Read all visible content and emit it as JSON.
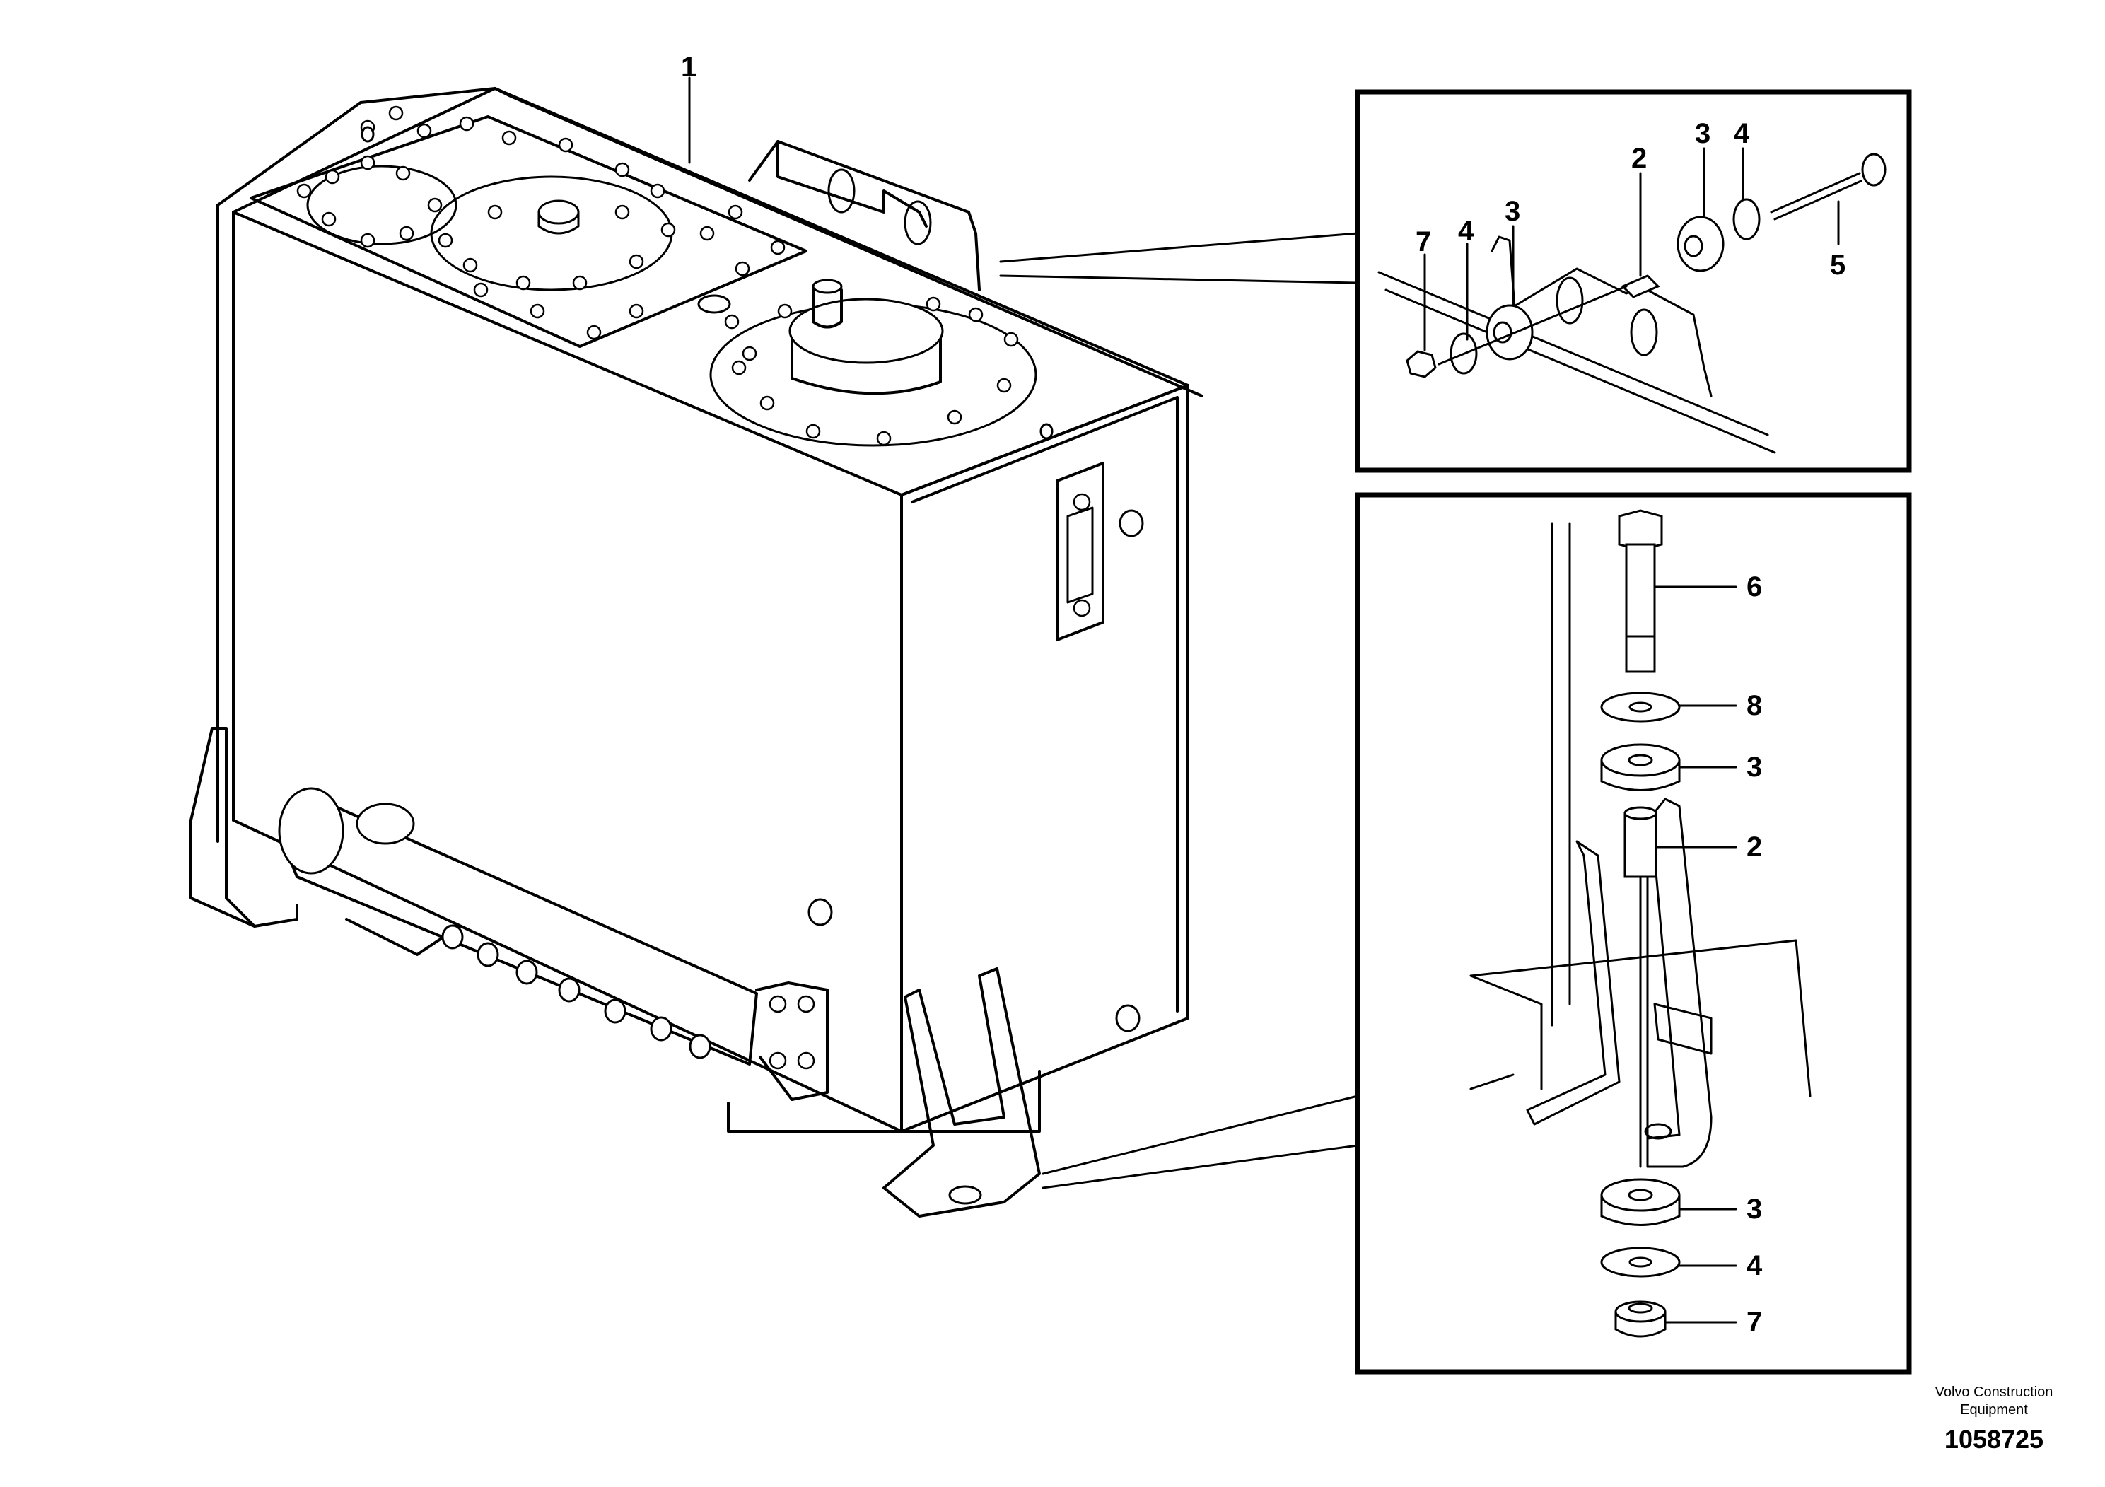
{
  "diagram": {
    "main_callouts": {
      "tank": "1"
    },
    "top_detail_callouts": {
      "nut": "7",
      "washer": "4",
      "bushing_front": "3",
      "sleeve": "2",
      "bushing_rear": "3",
      "washer_rear": "4",
      "bolt": "5"
    },
    "bottom_detail_callouts": {
      "bolt": "6",
      "washer": "8",
      "bushing_upper": "3",
      "sleeve": "2",
      "bushing_lower": "3",
      "washer_lower": "4",
      "nut": "7"
    },
    "credit_line1": "Volvo Construction",
    "credit_line2": "Equipment",
    "figure_number": "1058725"
  }
}
